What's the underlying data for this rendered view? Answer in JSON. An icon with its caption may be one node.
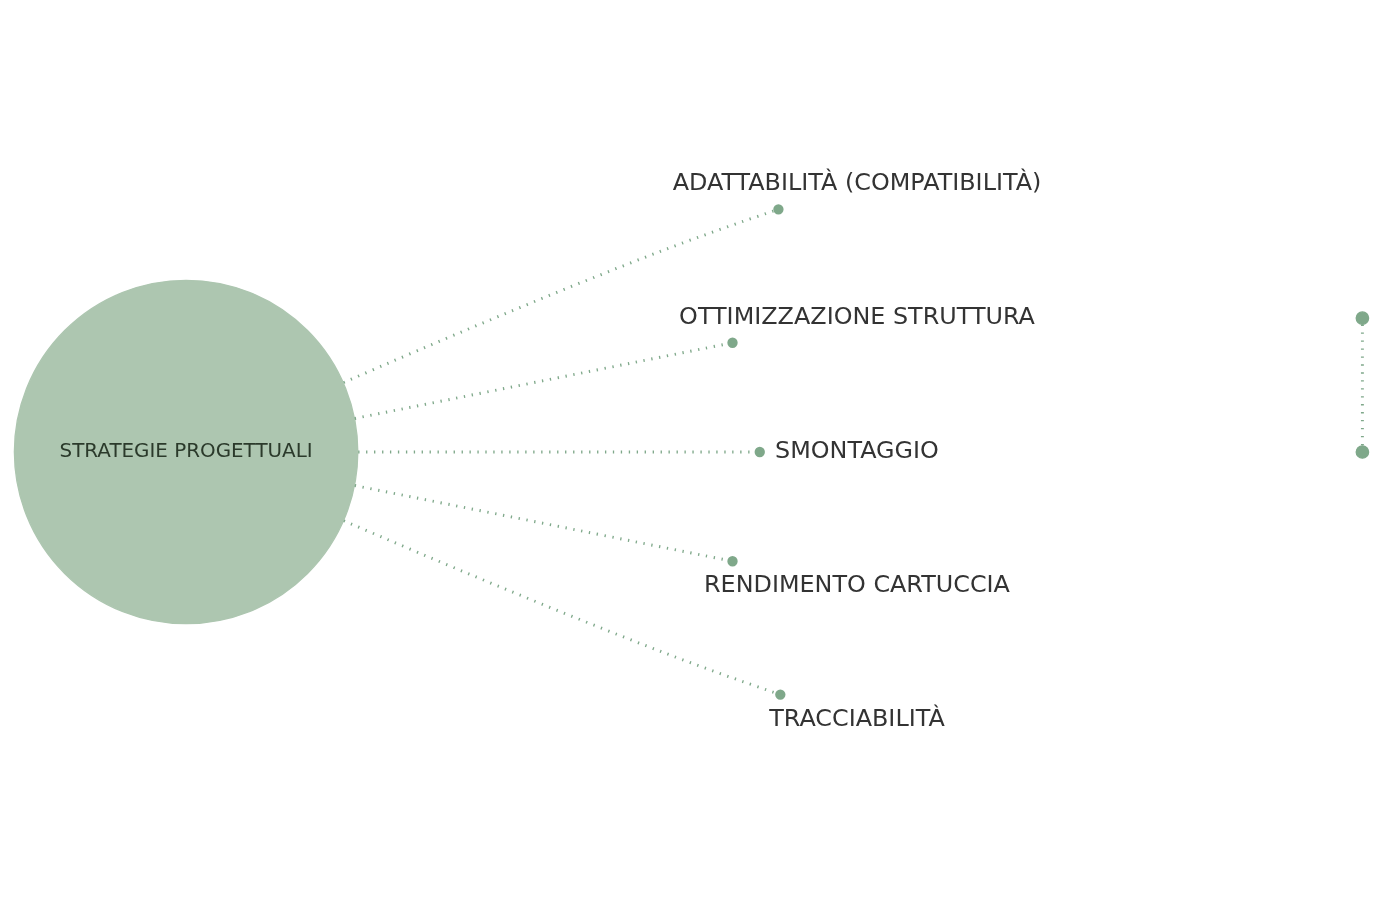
{
  "diagram": {
    "nodes": [
      {
        "text": [
          "STRATEGIE PROGETTUALI"
        ]
      },
      {
        "text": [
          "ADATTABILITÀ (COMPATIBILITÀ)"
        ]
      },
      {
        "text": [
          "OTTIMIZZAZIONE STRUTTURA"
        ]
      },
      {
        "text": [
          "SMONTAGGIO"
        ]
      },
      {
        "text": [
          "RENDIMENTO CARTUCCIA"
        ]
      },
      {
        "text": [
          "TRACCIABILITÀ"
        ]
      }
    ],
    "edges": [
      {
        "from": 0,
        "to": 1,
        "arrow": "other"
      },
      {
        "from": 0,
        "to": 2,
        "arrow": "other"
      },
      {
        "from": 0,
        "to": 3,
        "arrow": "other"
      },
      {
        "from": 0,
        "to": 4,
        "arrow": "other"
      },
      {
        "from": 0,
        "to": 5,
        "arrow": "other"
      }
    ]
  }
}
